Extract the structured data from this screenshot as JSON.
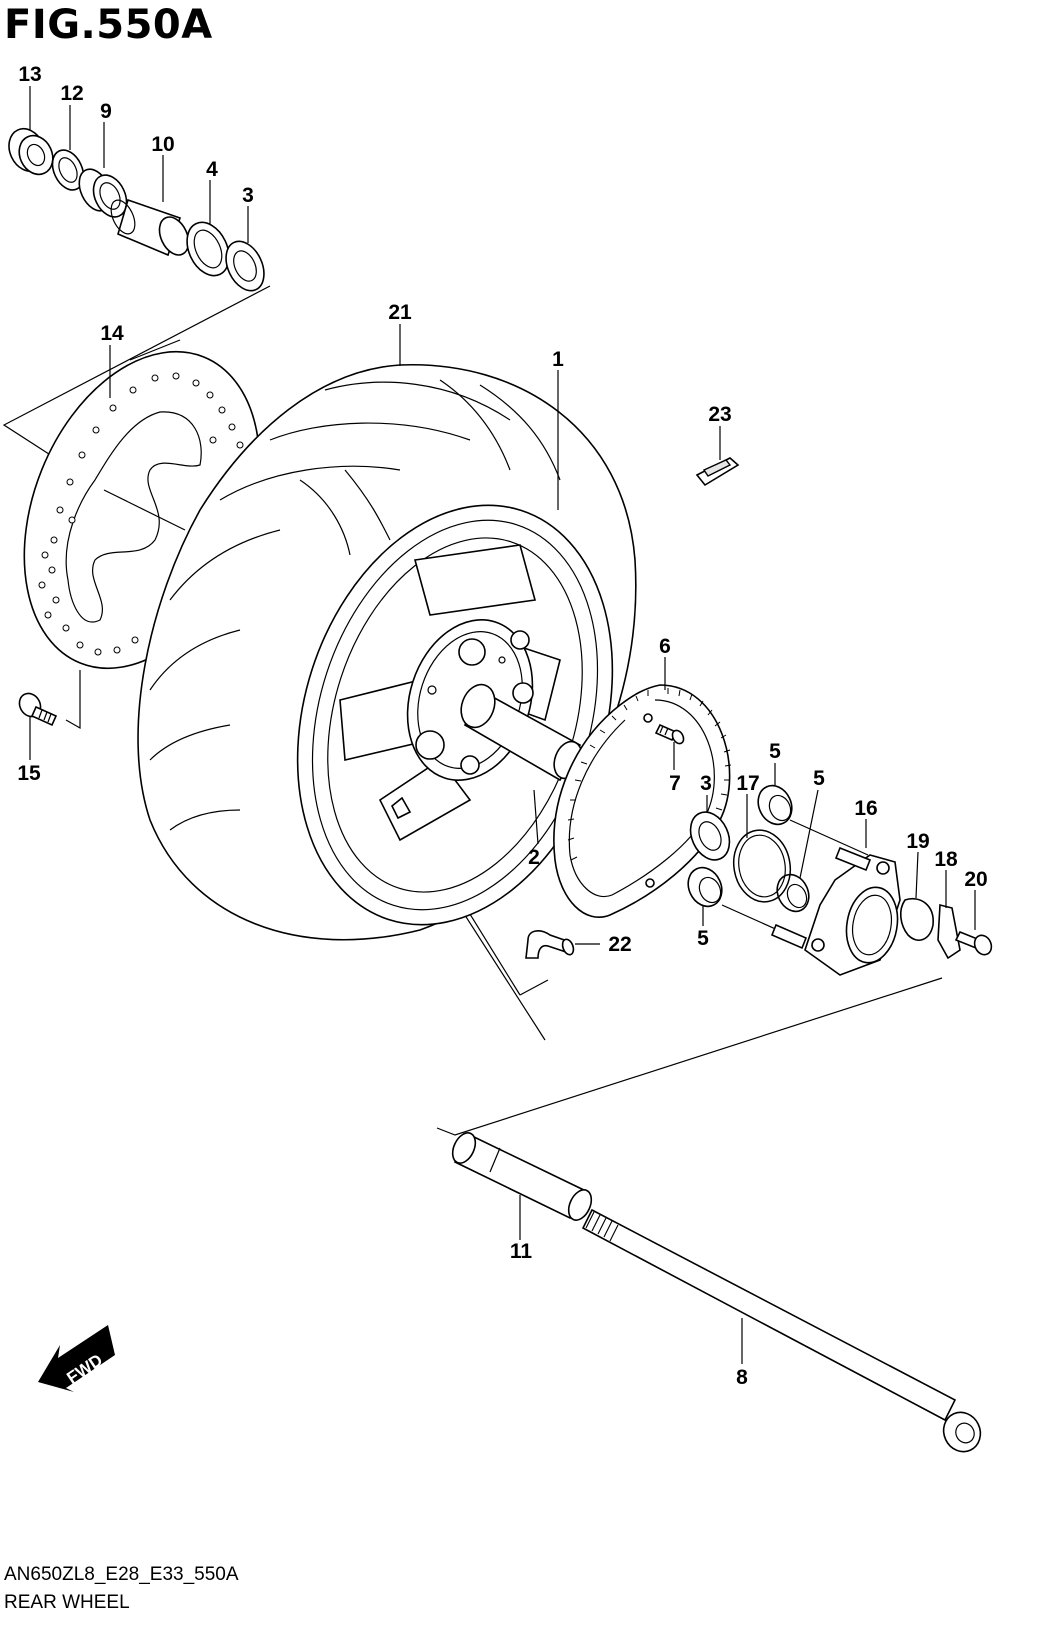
{
  "figure": {
    "title": "FIG.550A",
    "model_code": "AN650ZL8_E28_E33_550A",
    "section_name": "REAR WHEEL",
    "fwd_label": "FWD"
  },
  "callouts": {
    "c1": "1",
    "c2": "2",
    "c3a": "3",
    "c3b": "3",
    "c4": "4",
    "c5a": "5",
    "c5b": "5",
    "c5c": "5",
    "c6": "6",
    "c7": "7",
    "c8": "8",
    "c9": "9",
    "c10": "10",
    "c11": "11",
    "c12": "12",
    "c13": "13",
    "c14": "14",
    "c15": "15",
    "c16": "16",
    "c17": "17",
    "c18": "18",
    "c19": "19",
    "c20": "20",
    "c21": "21",
    "c22": "22",
    "c23": "23"
  }
}
